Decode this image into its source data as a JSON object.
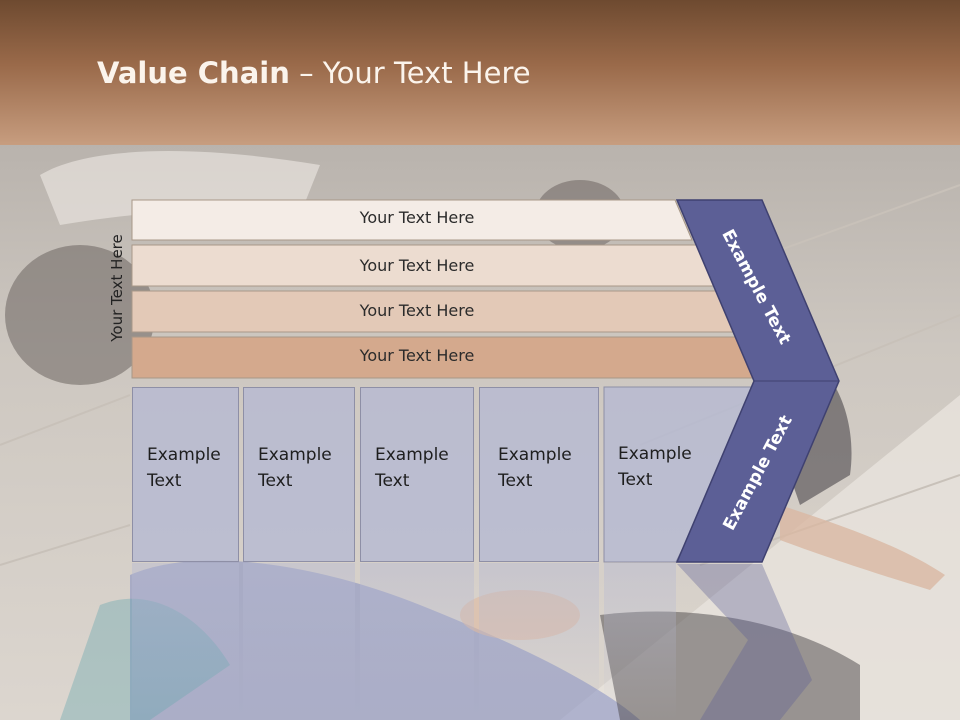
{
  "title": {
    "bold": "Value Chain",
    "rest": " – Your Text Here"
  },
  "side_label": "Your Text Here",
  "bars": [
    {
      "label": "Your Text Here",
      "color": "#f4ece6"
    },
    {
      "label": "Your Text Here",
      "color": "#ecdcd0"
    },
    {
      "label": "Your Text Here",
      "color": "#e3c9b7"
    },
    {
      "label": "Your Text Here",
      "color": "#d4a98d"
    }
  ],
  "boxes": [
    {
      "line1": "Example",
      "line2": "Text"
    },
    {
      "line1": "Example",
      "line2": "Text"
    },
    {
      "line1": "Example",
      "line2": "Text"
    },
    {
      "line1": "Example",
      "line2": "Text"
    },
    {
      "line1": "Example",
      "line2": "Text"
    }
  ],
  "chevron": {
    "top_label": "Example Text",
    "bottom_label": "Example Text",
    "color": "#5c5f96"
  }
}
